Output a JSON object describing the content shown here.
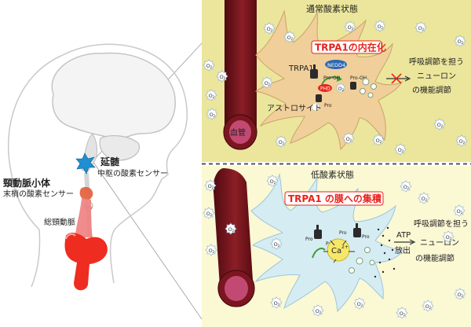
{
  "left": {
    "medulla": "延髄",
    "central_sensor": "中枢の酸素センサー",
    "carotid_body": "頸動脈小体",
    "peripheral_sensor": "末梢の酸素センサー",
    "carotid_artery": "総頸動脈"
  },
  "top": {
    "header": "通常酸素状態",
    "highlight": "TRPA1の内在化",
    "trpa1": "TRPA1",
    "nedd4": "NEDD4",
    "pro_oh": "Pro-OH",
    "pro": "Pro",
    "phd": "PHD",
    "astrocyte": "アストロサイト",
    "vessel": "血管",
    "right_l1": "呼吸調節を担う",
    "right_l2": "ニューロン",
    "right_l3": "の機能調節"
  },
  "bottom": {
    "header": "低酸素状態",
    "highlight": "TRPA1 の膜への集積",
    "ca": "Ca",
    "ca_sup": "2+",
    "pro": "Pro",
    "atp": "ATP",
    "release": "放出",
    "right_l1": "呼吸調節を担う",
    "right_l2": "ニューロン",
    "right_l3": "の機能調節"
  },
  "o2": {
    "o": "O",
    "sub": "2"
  },
  "colors": {
    "top_bg": "#ece69c",
    "bottom_bg": "#fbf8d4",
    "astro_top": "#f1cf9a",
    "astro_bottom": "#d6ecf3",
    "vessel": "#6d1219",
    "highlight_red": "#e8231c"
  }
}
